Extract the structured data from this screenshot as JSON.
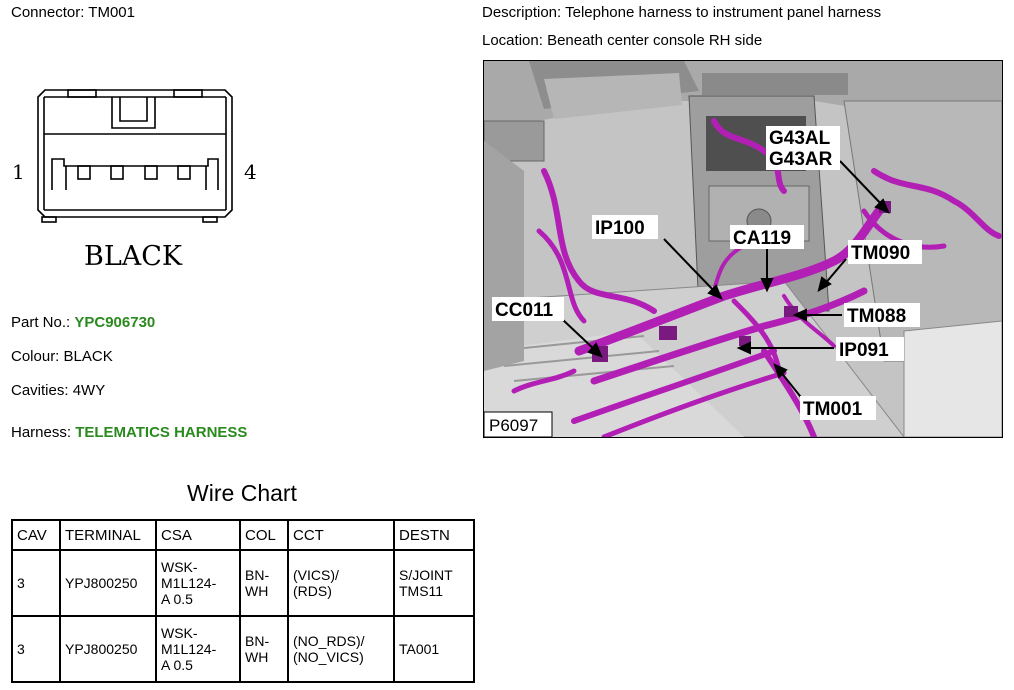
{
  "connector": {
    "label": "Connector:",
    "value": "TM001"
  },
  "description": {
    "label": "Description:",
    "value": "Telephone harness to instrument panel harness"
  },
  "location": {
    "label": "Location:",
    "value": "Beneath center console RH side"
  },
  "diagram": {
    "pin_left": "1",
    "pin_right": "4",
    "color_text": "BLACK"
  },
  "part_no": {
    "label": "Part No.:",
    "value": "YPC906730"
  },
  "colour": {
    "label": "Colour:",
    "value": "BLACK"
  },
  "cavities": {
    "label": "Cavities:",
    "value": "4WY"
  },
  "harness": {
    "label": "Harness:",
    "value": "TELEMATICS HARNESS"
  },
  "photo": {
    "id": "P6097",
    "callouts": [
      "G43AL",
      "G43AR",
      "IP100",
      "CA119",
      "TM090",
      "CC011",
      "TM088",
      "IP091",
      "TM001"
    ]
  },
  "wire_chart": {
    "title": "Wire Chart",
    "headers": [
      "CAV",
      "TERMINAL",
      "CSA",
      "COL",
      "CCT",
      "DESTN"
    ],
    "rows": [
      {
        "cav": "3",
        "terminal": "YPJ800250",
        "csa": [
          "WSK-",
          "M1L124-",
          "A 0.5"
        ],
        "col": [
          "BN-",
          "WH"
        ],
        "cct": [
          "(VICS)/",
          "(RDS)"
        ],
        "destn": [
          "S/JOINT",
          "TMS11"
        ]
      },
      {
        "cav": "3",
        "terminal": "YPJ800250",
        "csa": [
          "WSK-",
          "M1L124-",
          "A 0.5"
        ],
        "col": [
          "BN-",
          "WH"
        ],
        "cct": [
          "(NO_RDS)/",
          "(NO_VICS)"
        ],
        "destn": [
          "TA001"
        ]
      }
    ]
  },
  "colors": {
    "harness_magenta": "#b21fb5",
    "label_green": "#2a8a1e"
  }
}
